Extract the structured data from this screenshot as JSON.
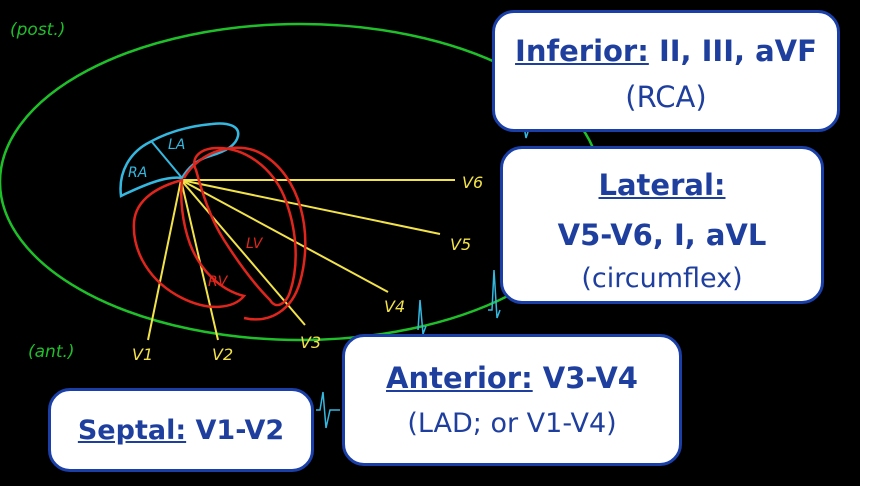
{
  "diagram": {
    "chest_labels": {
      "posterior": "(post.)",
      "anterior": "(ant.)"
    },
    "chambers": {
      "la": "LA",
      "ra": "RA",
      "lv": "LV",
      "rv": "RV"
    },
    "leads": [
      "V1",
      "V2",
      "V3",
      "V4",
      "V5",
      "V6"
    ],
    "colors": {
      "background": "#000000",
      "chest_outline": "#1fbf2a",
      "atria": "#35b8e0",
      "ventricles": "#e0261c",
      "lead_lines": "#f2e24a",
      "box_text": "#1f3f9f"
    }
  },
  "boxes": {
    "inferior": {
      "title": "Inferior:",
      "leads": " II, III, aVF",
      "artery": "(RCA)"
    },
    "lateral": {
      "title": "Lateral:",
      "leads": "V5-V6, I, aVL",
      "artery": "(circumflex)"
    },
    "anterior": {
      "title": "Anterior:",
      "leads": " V3-V4",
      "artery": "(LAD; or V1-V4)"
    },
    "septal": {
      "title": "Septal:",
      "leads": " V1-V2"
    }
  }
}
